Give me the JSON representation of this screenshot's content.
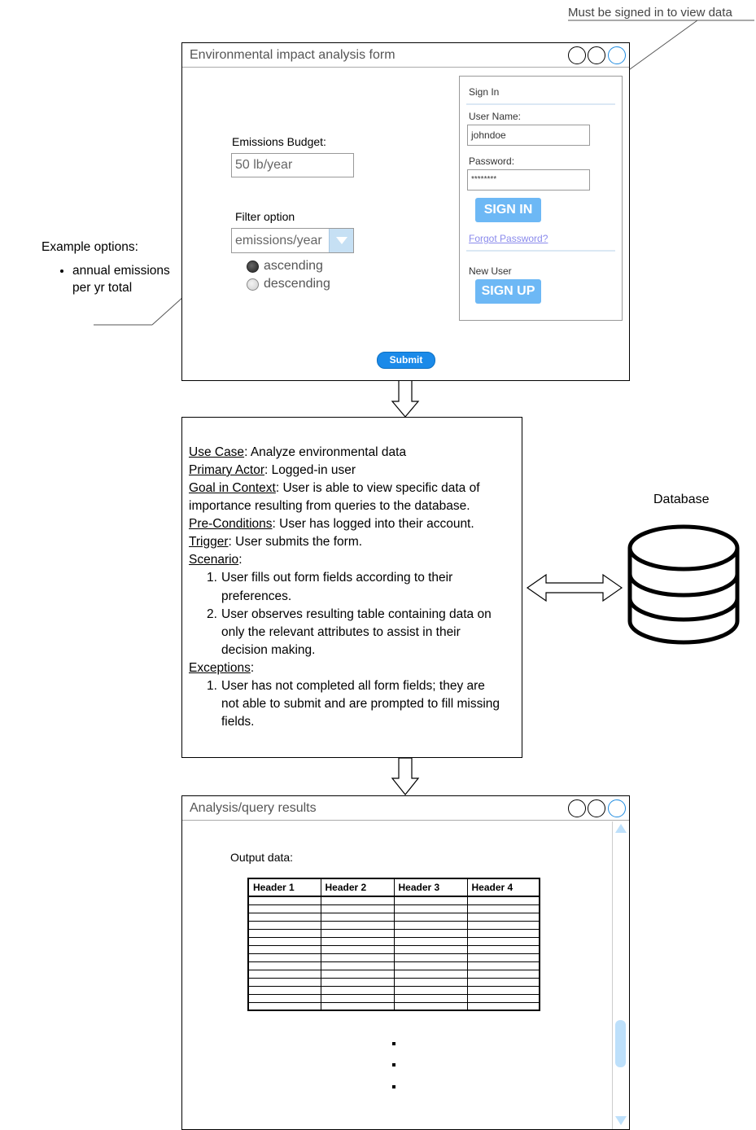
{
  "annotations": {
    "signin_note": "Must be signed in to view data",
    "example_options_title": "Example options:",
    "example_options_items": [
      "annual emissions per yr total"
    ]
  },
  "form_window": {
    "title": "Environmental impact analysis form",
    "budget_label": "Emissions Budget:",
    "budget_value": "50 lb/year",
    "filter_label": "Filter option",
    "filter_selected": "emissions/year",
    "radio_options": [
      {
        "label": "ascending",
        "checked": true
      },
      {
        "label": "descending",
        "checked": false
      }
    ],
    "submit_label": "Submit"
  },
  "signin_panel": {
    "heading": "Sign In",
    "username_label": "User Name:",
    "username_value": "johndoe",
    "password_label": "Password:",
    "password_value": "********",
    "signin_button": "SIGN IN",
    "forgot_link": "Forgot Password?",
    "new_user_label": "New User",
    "signup_button": "SIGN UP"
  },
  "use_case": {
    "use_case_key": "Use Case",
    "use_case_val": ": Analyze environmental data",
    "actor_key": "Primary Actor",
    "actor_val": ": Logged-in user",
    "goal_key": "Goal in Context",
    "goal_val_1": ": User is able to view specific data of",
    "goal_val_2": "importance resulting from queries to the database.",
    "pre_key": "Pre-Conditions",
    "pre_val": ": User has logged into their account.",
    "trigger_key": "Trigger",
    "trigger_val": ": User submits the form.",
    "scenario_key": "Scenario",
    "scenario_colon": ":",
    "scenario_1_num": "1.",
    "scenario_1_a": "User fills out form fields according to their",
    "scenario_1_b": "preferences.",
    "scenario_2_num": "2.",
    "scenario_2_a": "User observes resulting table containing data on",
    "scenario_2_b": "only the relevant attributes to assist in their",
    "scenario_2_c": "decision making.",
    "exceptions_key": "Exceptions",
    "exceptions_colon": ":",
    "exception_1_num": "1.",
    "exception_1_a": "User has not completed all form fields; they are",
    "exception_1_b": "not able to submit and are prompted to fill missing",
    "exception_1_c": "fields."
  },
  "database": {
    "label": "Database"
  },
  "results_window": {
    "title": "Analysis/query results",
    "output_label": "Output data:",
    "headers": [
      "Header 1",
      "Header 2",
      "Header 3",
      "Header 4"
    ],
    "empty_rows": 14
  },
  "colors": {
    "accent_blue": "#1b8ae9",
    "button_light_blue": "#6db8f5",
    "scroll_blue": "#bde0fb"
  }
}
